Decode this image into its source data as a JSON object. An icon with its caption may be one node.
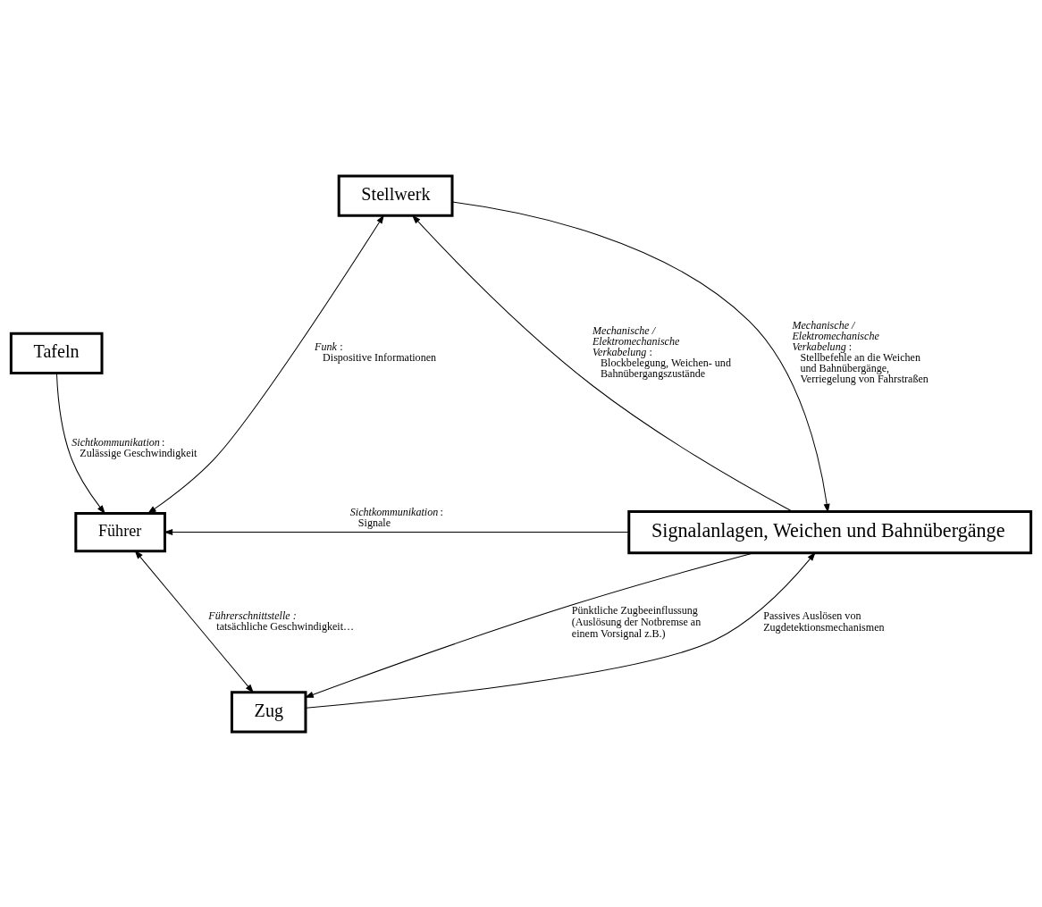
{
  "diagram": {
    "nodes": [
      {
        "text": [
          "Stellwerk"
        ]
      },
      {
        "text": [
          "Führer"
        ]
      },
      {
        "text": [
          "Tafeln"
        ]
      },
      {
        "text": [
          "Signalanlagen, Weichen und Bahnübergänge"
        ]
      },
      {
        "text": [
          "Zug"
        ]
      }
    ],
    "edges": [
      {
        "from": 1,
        "to": 0,
        "arrow": "both",
        "label": "*Funk* : Dispositive Informationen"
      },
      {
        "from": 3,
        "to": 0,
        "arrow": "to",
        "label": "*Mechanische / Elektromechanische Verkabelung* : Blockbelegung, Weichen- und Bahnübergangszustände"
      },
      {
        "from": 0,
        "to": 3,
        "arrow": "to",
        "label": "*Mechanische / Elektromechanische Verkabelung* : Stellbefehle an die Weichen und Bahnübergänge, Verriegelung von Fahrstraßen"
      },
      {
        "from": 2,
        "to": 1,
        "arrow": "to",
        "label": "*Sichtkommunikation* : Zulässige Geschwindigkeit"
      },
      {
        "from": 3,
        "to": 1,
        "arrow": "to",
        "label": "*Sichtkommunikation* : Signale"
      },
      {
        "from": 1,
        "to": 4,
        "arrow": "both",
        "label": "*Führerschnittstelle :* tatsächliche Geschwindigkeit…"
      },
      {
        "from": 3,
        "to": 4,
        "arrow": "to",
        "label": "Pünktliche Zugbeeinflussung (Auslösung der Notbremse an einem Vorsignal z.B.)"
      },
      {
        "from": 4,
        "to": 3,
        "arrow": "to",
        "label": "Passives Auslösen von Zugdetektionsmechanismen"
      }
    ]
  }
}
